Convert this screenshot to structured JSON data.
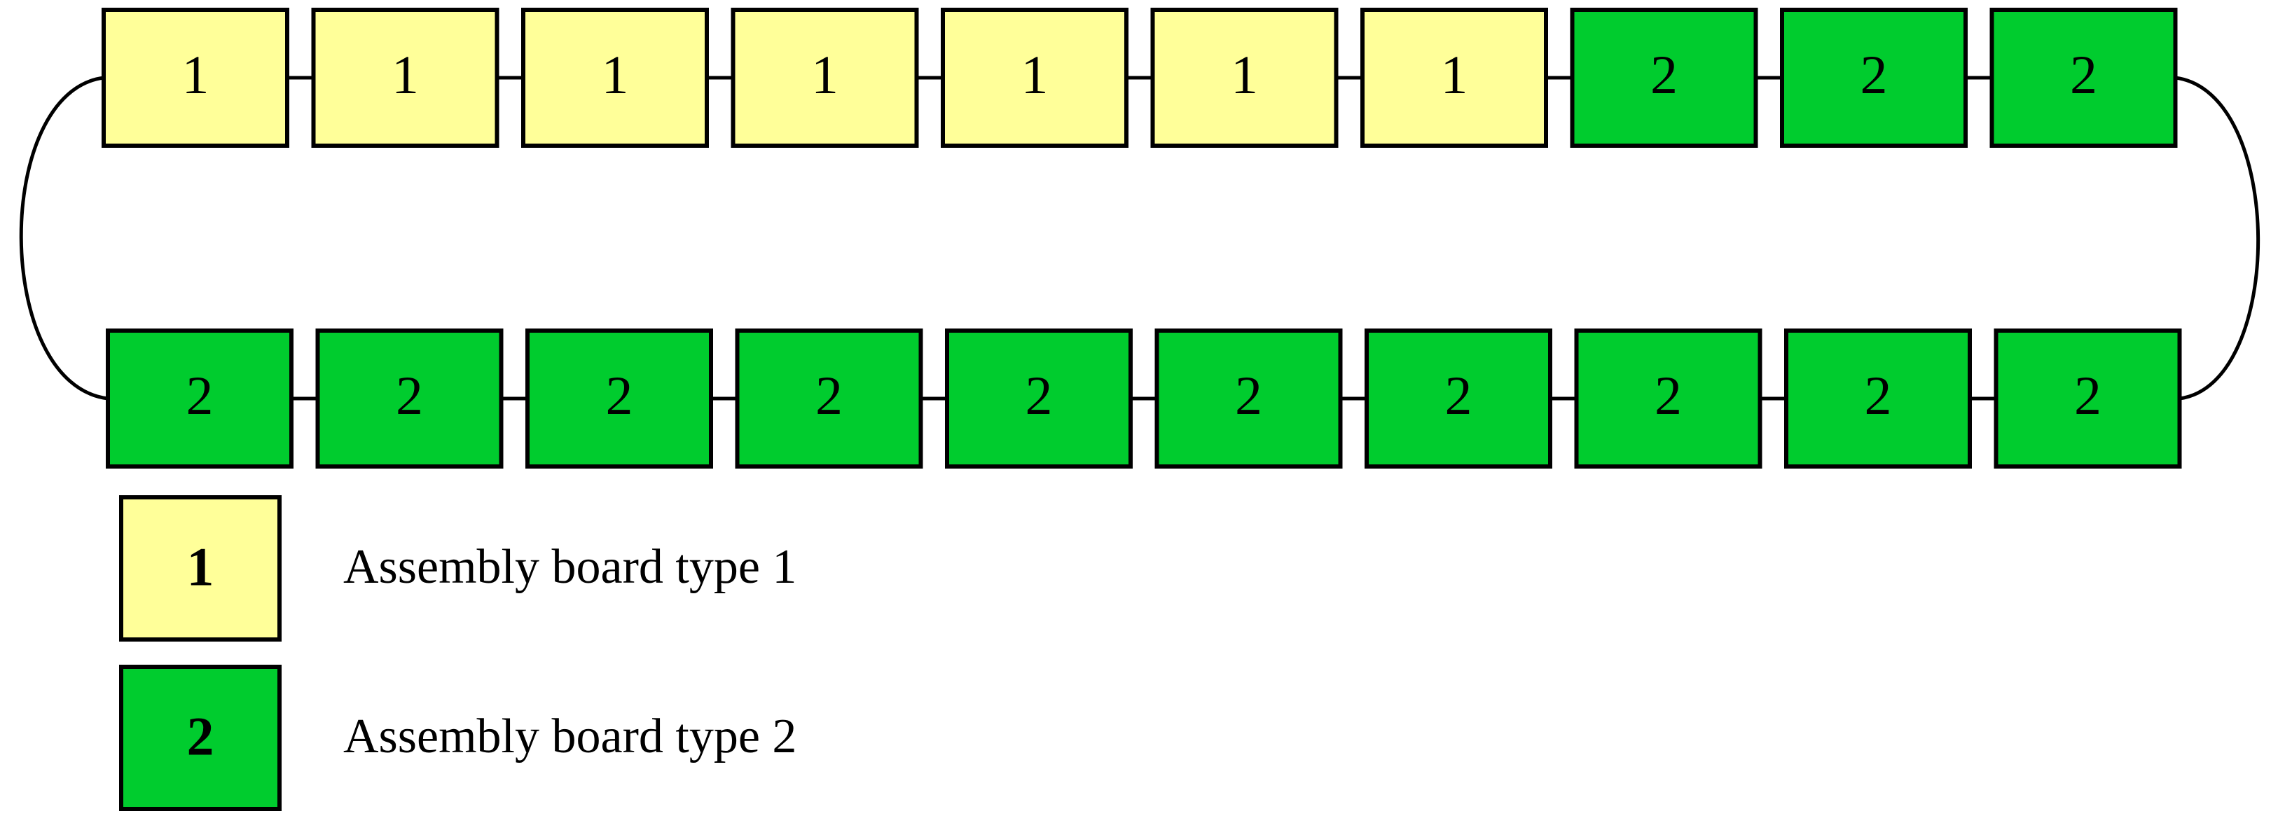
{
  "colors": {
    "type_1": "#ffff99",
    "type_2": "#00cc2e",
    "stroke": "#000000"
  },
  "top_row": [
    "1",
    "1",
    "1",
    "1",
    "1",
    "1",
    "1",
    "2",
    "2",
    "2"
  ],
  "bottom_row": [
    "2",
    "2",
    "2",
    "2",
    "2",
    "2",
    "2",
    "2",
    "2",
    "2"
  ],
  "legend": [
    {
      "number": "1",
      "label": "Assembly board type 1",
      "type": "type_1"
    },
    {
      "number": "2",
      "label": "Assembly board type 2",
      "type": "type_2"
    }
  ]
}
